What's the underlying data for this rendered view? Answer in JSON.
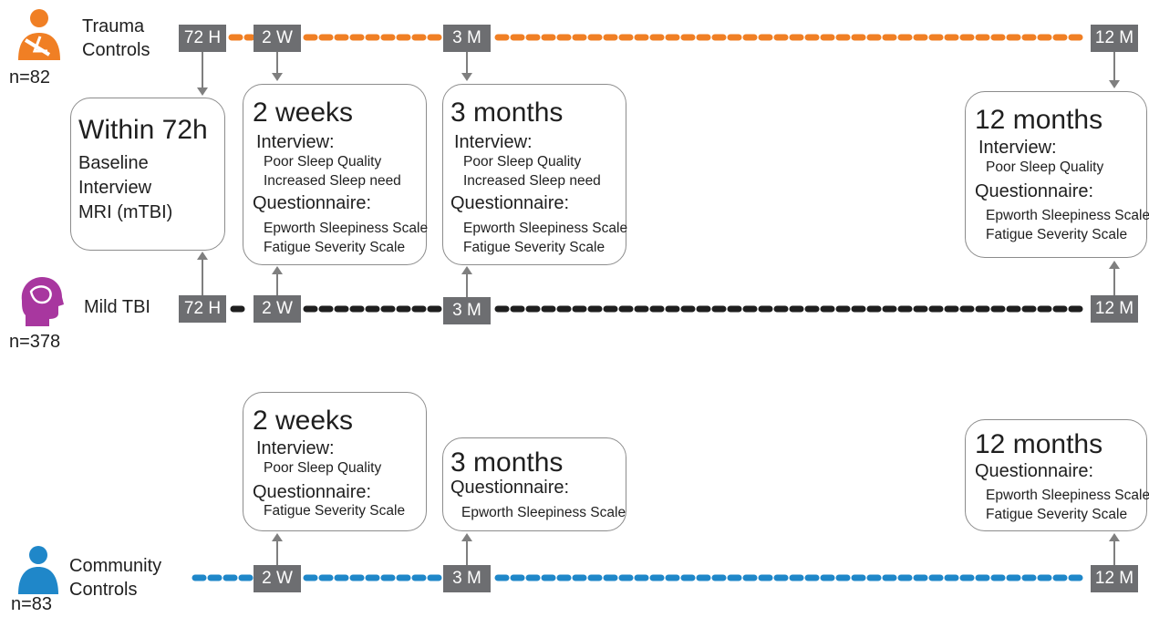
{
  "groups": {
    "trauma": {
      "label_line1": "Trauma",
      "label_line2": "Controls",
      "n": "n=82",
      "color": "#f07f24",
      "icon": "injured-person-icon"
    },
    "mtbi": {
      "label": "Mild TBI",
      "n": "n=378",
      "color": "#a8379f",
      "icon": "head-profile-icon"
    },
    "community": {
      "label_line1": "Community",
      "label_line2": "Controls",
      "n": "n=83",
      "color": "#1f87c9",
      "icon": "person-icon"
    }
  },
  "chips": {
    "h72": "72 H",
    "w2": "2 W",
    "m3": "3 M",
    "m12": "12 M"
  },
  "timeline_colors": {
    "trauma": "#f07f24",
    "mtbi": "#1f1f1f",
    "community": "#1f87c9",
    "chip": "#6d6e71"
  },
  "boxes": {
    "baseline": {
      "title": "Within 72h",
      "items": [
        "Baseline",
        "Interview",
        "MRI (mTBI)"
      ]
    },
    "top_2w": {
      "title": "2  weeks",
      "interview": "Interview:",
      "interview_items": [
        "Poor Sleep Quality",
        "Increased Sleep need"
      ],
      "questionnaire": "Questionnaire:",
      "questionnaire_items": [
        "Epworth Sleepiness Scale",
        "Fatigue Severity Scale"
      ]
    },
    "top_3m": {
      "title": "3 months",
      "interview": "Interview:",
      "interview_items": [
        "Poor Sleep Quality",
        "Increased Sleep need"
      ],
      "questionnaire": "Questionnaire:",
      "questionnaire_items": [
        "Epworth Sleepiness Scale",
        "Fatigue Severity Scale"
      ]
    },
    "top_12m": {
      "title": "12 months",
      "interview": "Interview:",
      "interview_items": [
        "Poor Sleep Quality"
      ],
      "questionnaire": "Questionnaire:",
      "questionnaire_items": [
        "Epworth Sleepiness Scale",
        "Fatigue Severity Scale"
      ]
    },
    "bot_2w": {
      "title": "2  weeks",
      "interview": "Interview:",
      "interview_items": [
        "Poor Sleep Quality"
      ],
      "questionnaire": "Questionnaire:",
      "questionnaire_items": [
        "Fatigue Severity Scale"
      ]
    },
    "bot_3m": {
      "title": "3 months",
      "questionnaire": "Questionnaire:",
      "questionnaire_items": [
        "Epworth Sleepiness Scale"
      ]
    },
    "bot_12m": {
      "title": "12 months",
      "questionnaire": "Questionnaire:",
      "questionnaire_items": [
        "Epworth Sleepiness Scale",
        "Fatigue Severity Scale"
      ]
    }
  }
}
